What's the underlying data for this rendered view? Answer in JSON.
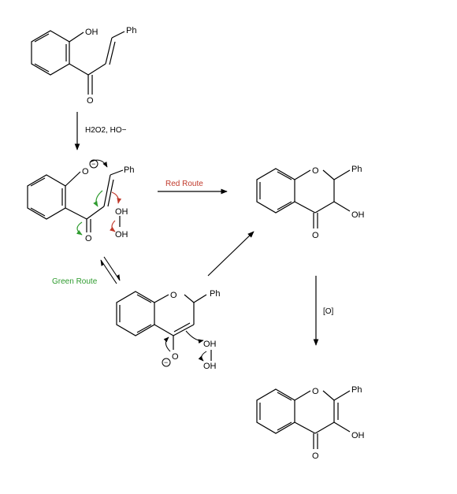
{
  "molecules": {
    "start": {
      "oh": "OH",
      "ph": "Ph",
      "o": "O"
    },
    "intermediate": {
      "o_ring": "O",
      "ph": "Ph",
      "o_ketone": "O",
      "oh1": "OH",
      "oh2": "OH"
    },
    "enolate": {
      "o_ring": "O",
      "ph": "Ph",
      "o_minus": "O",
      "oh1": "OH",
      "oh2": "OH"
    },
    "dihydroflavonol": {
      "o_ring": "O",
      "ph": "Ph",
      "oh": "OH",
      "o_ketone": "O"
    },
    "flavonol": {
      "o_ring": "O",
      "ph": "Ph",
      "oh": "OH",
      "o_ketone": "O"
    }
  },
  "reagents": {
    "step1": "H2O2, HO−",
    "oxidation": "[O]"
  },
  "routes": {
    "red_label": "Red Route",
    "green_label": "Green Route",
    "red_color": "#c0392b",
    "green_color": "#2e9b2e"
  },
  "charges": {
    "minus": "−"
  }
}
